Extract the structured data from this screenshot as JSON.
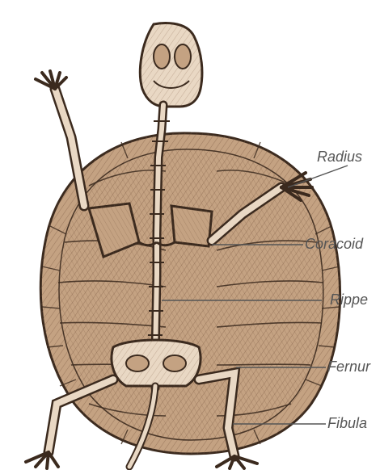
{
  "labels": {
    "radius": "Radius",
    "coracoid": "Coracoid",
    "rippe": "Rippe",
    "fernur": "Fernur",
    "fibula": "Fibula"
  },
  "colors": {
    "shell_fill": "#c4a282",
    "shell_dark": "#a9866a",
    "bone_fill": "#e9d8c4",
    "outline": "#3b2a1e",
    "hatch": "#7c5b43",
    "leader": "#555555"
  }
}
